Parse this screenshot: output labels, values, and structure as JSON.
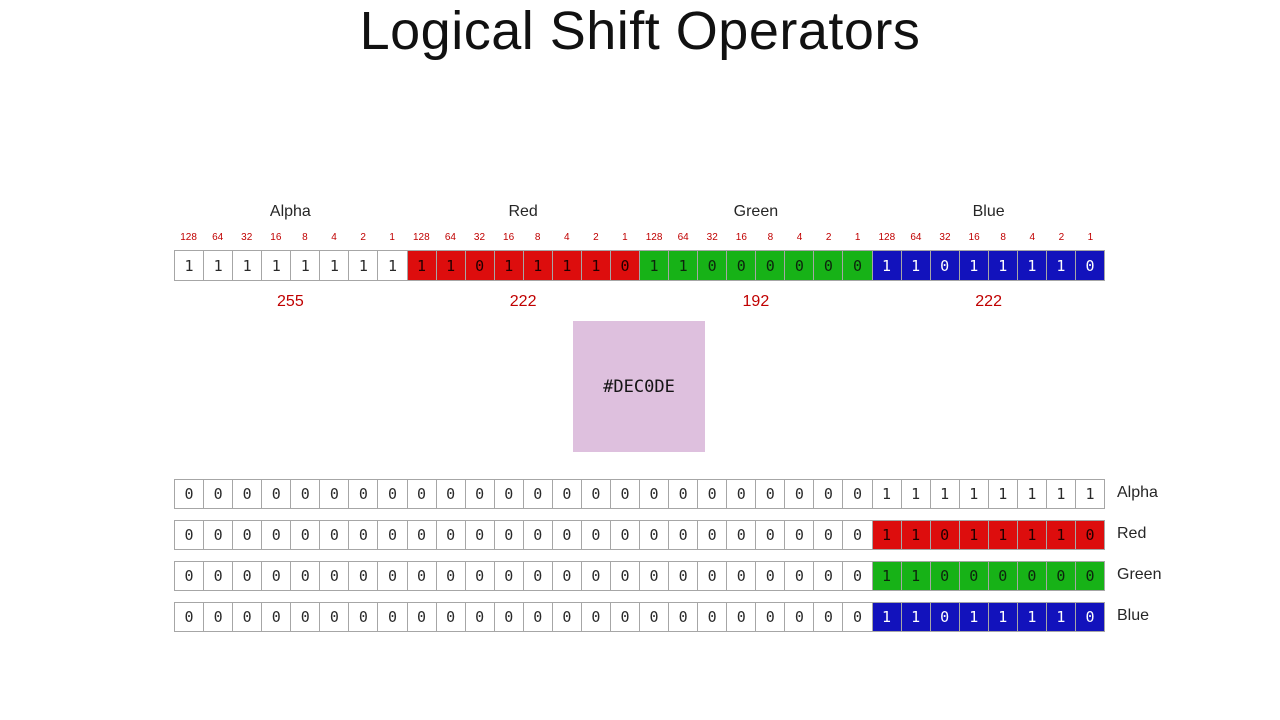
{
  "title": "Logical Shift Operators",
  "colors": {
    "red_channel": "#DD0D0D",
    "green_channel": "#17B217",
    "blue_channel": "#1212BC",
    "decode_swatch": "#DEC0DE",
    "numeric_accent": "#C00000"
  },
  "bit_weights": [
    "128",
    "64",
    "32",
    "16",
    "8",
    "4",
    "2",
    "1"
  ],
  "top_register": {
    "channels": [
      {
        "name": "Alpha",
        "color_key": "alpha",
        "bits": [
          "1",
          "1",
          "1",
          "1",
          "1",
          "1",
          "1",
          "1"
        ],
        "decimal": "255"
      },
      {
        "name": "Red",
        "color_key": "red",
        "bits": [
          "1",
          "1",
          "0",
          "1",
          "1",
          "1",
          "1",
          "0"
        ],
        "decimal": "222"
      },
      {
        "name": "Green",
        "color_key": "green",
        "bits": [
          "1",
          "1",
          "0",
          "0",
          "0",
          "0",
          "0",
          "0"
        ],
        "decimal": "192"
      },
      {
        "name": "Blue",
        "color_key": "blue",
        "bits": [
          "1",
          "1",
          "0",
          "1",
          "1",
          "1",
          "1",
          "0"
        ],
        "decimal": "222"
      }
    ]
  },
  "decode_box": {
    "label": "#DEC0DE"
  },
  "shifted_rows": [
    {
      "label": "Alpha",
      "color_key": "alpha",
      "leading_zeros": 24,
      "bits": [
        "1",
        "1",
        "1",
        "1",
        "1",
        "1",
        "1",
        "1"
      ]
    },
    {
      "label": "Red",
      "color_key": "red",
      "leading_zeros": 24,
      "bits": [
        "1",
        "1",
        "0",
        "1",
        "1",
        "1",
        "1",
        "0"
      ]
    },
    {
      "label": "Green",
      "color_key": "green",
      "leading_zeros": 24,
      "bits": [
        "1",
        "1",
        "0",
        "0",
        "0",
        "0",
        "0",
        "0"
      ]
    },
    {
      "label": "Blue",
      "color_key": "blue",
      "leading_zeros": 24,
      "bits": [
        "1",
        "1",
        "0",
        "1",
        "1",
        "1",
        "1",
        "0"
      ]
    }
  ]
}
